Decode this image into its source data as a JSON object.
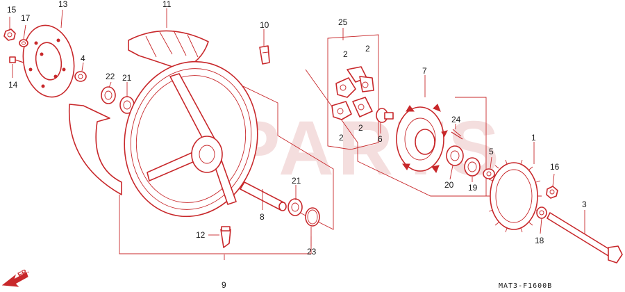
{
  "figure": {
    "code": "MAT3-F1600B",
    "direction_label": "FR.",
    "watermark": "PARTS"
  },
  "callouts": [
    {
      "id": "c1",
      "text": "1"
    },
    {
      "id": "c2a",
      "text": "2"
    },
    {
      "id": "c2b",
      "text": "2"
    },
    {
      "id": "c2c",
      "text": "2"
    },
    {
      "id": "c2d",
      "text": "2"
    },
    {
      "id": "c3",
      "text": "3"
    },
    {
      "id": "c4",
      "text": "4"
    },
    {
      "id": "c5",
      "text": "5"
    },
    {
      "id": "c6",
      "text": "6"
    },
    {
      "id": "c7",
      "text": "7"
    },
    {
      "id": "c8",
      "text": "8"
    },
    {
      "id": "c9",
      "text": "9"
    },
    {
      "id": "c10",
      "text": "10"
    },
    {
      "id": "c11",
      "text": "11"
    },
    {
      "id": "c12",
      "text": "12"
    },
    {
      "id": "c13",
      "text": "13"
    },
    {
      "id": "c14",
      "text": "14"
    },
    {
      "id": "c15",
      "text": "15"
    },
    {
      "id": "c16",
      "text": "16"
    },
    {
      "id": "c17",
      "text": "17"
    },
    {
      "id": "c18",
      "text": "18"
    },
    {
      "id": "c19",
      "text": "19"
    },
    {
      "id": "c20",
      "text": "20"
    },
    {
      "id": "c21a",
      "text": "21"
    },
    {
      "id": "c21b",
      "text": "21"
    },
    {
      "id": "c22",
      "text": "22"
    },
    {
      "id": "c23",
      "text": "23"
    },
    {
      "id": "c24",
      "text": "24"
    },
    {
      "id": "c25",
      "text": "25"
    }
  ],
  "colors": {
    "line": "#c8282b",
    "text": "#1a1a1a",
    "background": "#ffffff"
  }
}
